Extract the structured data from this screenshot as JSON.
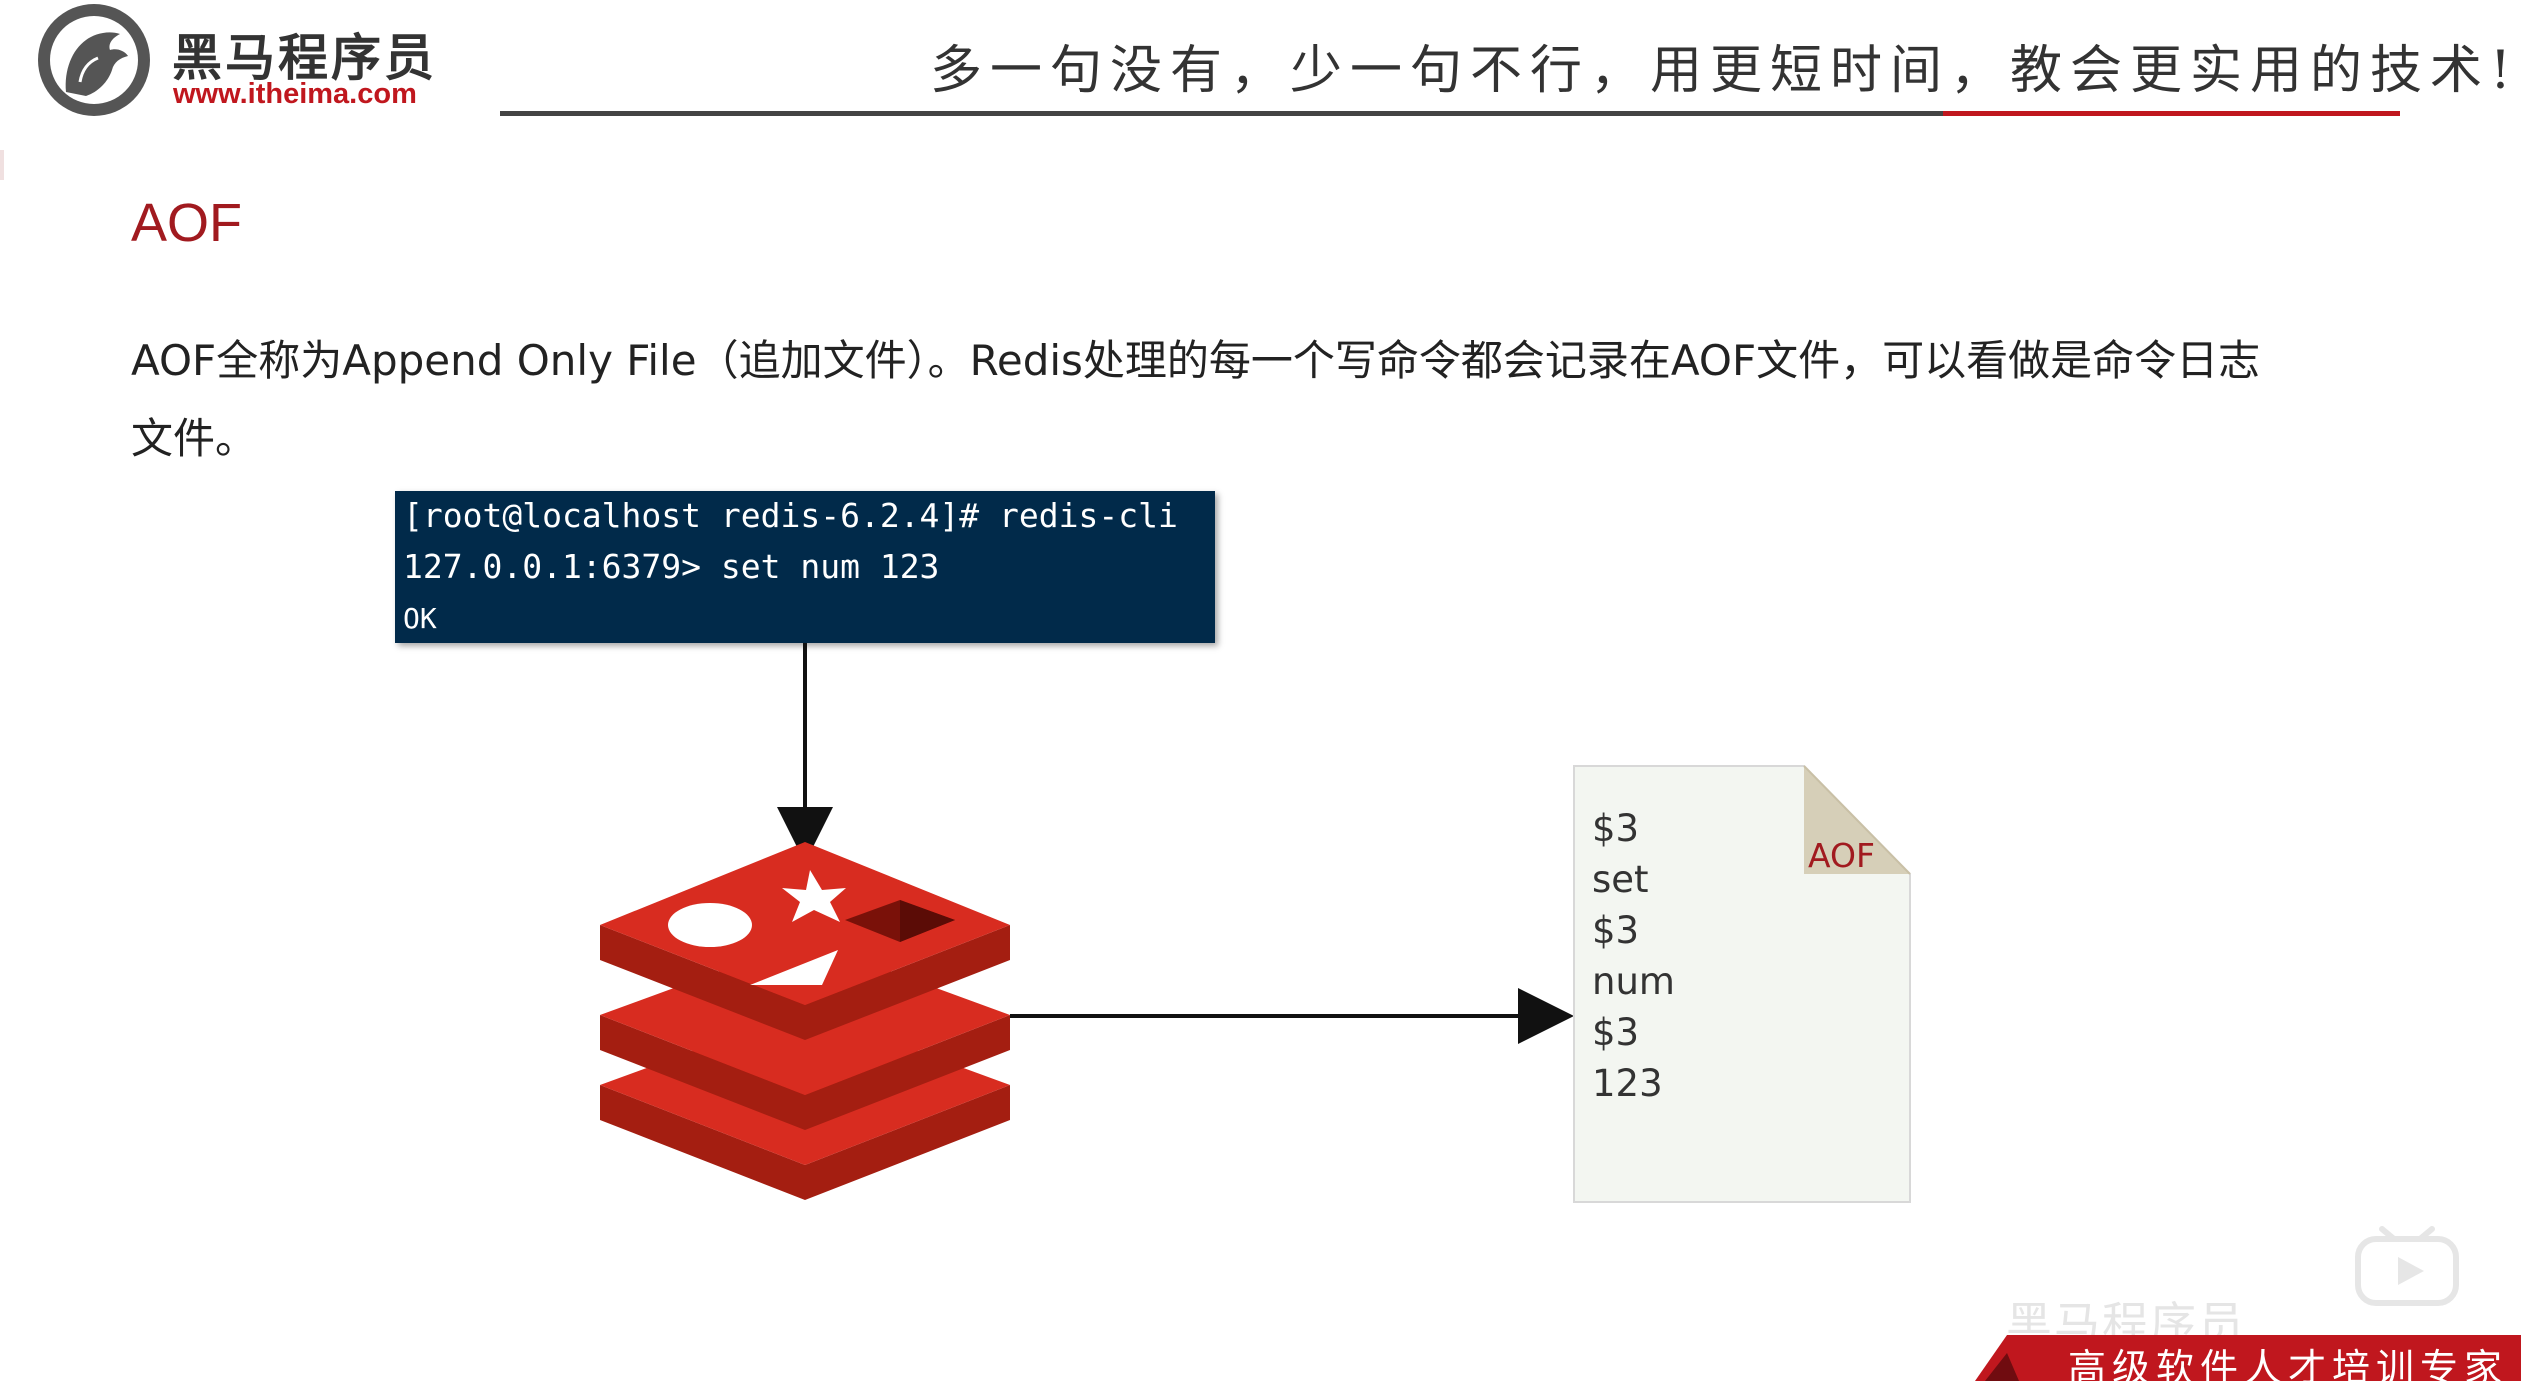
{
  "header": {
    "brand_name": "黑马程序员",
    "brand_url": "www.itheima.com",
    "slogan": "多一句没有，少一句不行，用更短时间，教会更实用的技术!"
  },
  "slide": {
    "title": "AOF",
    "description_line1": "AOF全称为Append Only File（追加文件）。Redis处理的每一个写命令都会记录在AOF文件，可以看做是命令日志",
    "description_line2": "文件。"
  },
  "terminal": {
    "line1": "[root@localhost redis-6.2.4]# redis-cli",
    "line2": "127.0.0.1:6379> set num 123",
    "line3": "OK"
  },
  "aof_file": {
    "label": "AOF",
    "lines": [
      "$3",
      "set",
      "$3",
      "num",
      "$3",
      "123"
    ]
  },
  "footer": {
    "tagline": "高级软件人才培训专家",
    "watermark": "黑马程序员"
  },
  "colors": {
    "accent_red": "#c0171e",
    "title_red": "#a11a1f",
    "terminal_bg": "#012a4a",
    "redis_red": "#d82c20"
  }
}
